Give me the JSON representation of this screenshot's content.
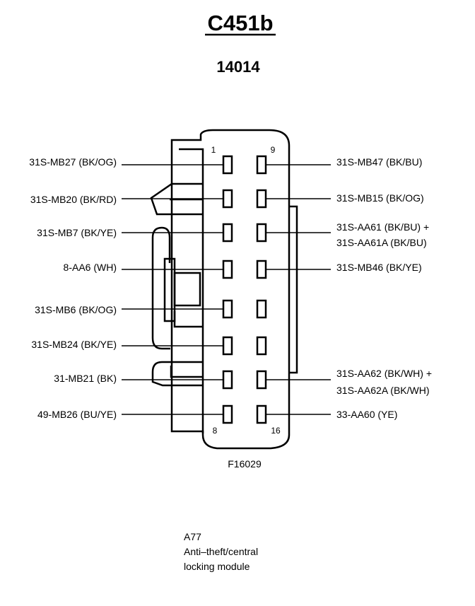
{
  "header": {
    "connector_id": "C451b",
    "part_number": "14014"
  },
  "connector": {
    "pin_corner_labels": {
      "top_left": "1",
      "top_right": "9",
      "bottom_left": "8",
      "bottom_right": "16"
    },
    "figure_ref": "F16029"
  },
  "left_wires": [
    {
      "pin": 1,
      "lines": [
        "31S-MB27 (BK/OG)"
      ]
    },
    {
      "pin": 2,
      "lines": [
        "31S-MB20 (BK/RD)"
      ]
    },
    {
      "pin": 3,
      "lines": [
        "31S-MB7 (BK/YE)"
      ]
    },
    {
      "pin": 4,
      "lines": [
        "8-AA6 (WH)"
      ]
    },
    {
      "pin": 5,
      "lines": [
        "31S-MB6 (BK/OG)"
      ]
    },
    {
      "pin": 6,
      "lines": [
        "31S-MB24 (BK/YE)"
      ]
    },
    {
      "pin": 7,
      "lines": [
        "31-MB21 (BK)"
      ]
    },
    {
      "pin": 8,
      "lines": [
        "49-MB26 (BU/YE)"
      ]
    }
  ],
  "right_wires": [
    {
      "pin": 9,
      "lines": [
        "31S-MB47 (BK/BU)"
      ]
    },
    {
      "pin": 10,
      "lines": [
        "31S-MB15 (BK/OG)"
      ]
    },
    {
      "pin": 11,
      "lines": [
        "31S-AA61 (BK/BU) +",
        "31S-AA61A (BK/BU)"
      ]
    },
    {
      "pin": 12,
      "lines": [
        "31S-MB46 (BK/YE)"
      ]
    },
    {
      "pin": 15,
      "lines": [
        "31S-AA62 (BK/WH) +",
        "31S-AA62A (BK/WH)"
      ]
    },
    {
      "pin": 16,
      "lines": [
        "33-AA60 (YE)"
      ]
    }
  ],
  "module": {
    "code": "A77",
    "description_line1": "Anti–theft/central",
    "description_line2": "locking module"
  },
  "colors": {
    "ink": "#000000",
    "background": "#ffffff"
  }
}
